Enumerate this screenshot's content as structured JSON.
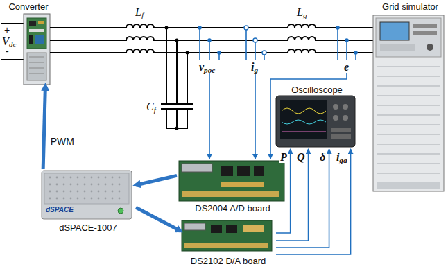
{
  "diagram": {
    "nodes": [
      {
        "text": [
          "Converter"
        ]
      },
      {
        "text": [
          "Grid simulator"
        ]
      },
      {
        "text": [
          "Oscilloscope"
        ]
      },
      {
        "text": [
          "dSPACE",
          "dSPACE-1007"
        ]
      },
      {
        "text": [
          "DS2004 A/D board"
        ]
      },
      {
        "text": [
          "DS2102 D/A board"
        ]
      }
    ],
    "edges": [
      {
        "from": 3,
        "to": 0,
        "arrow": "to",
        "label": "PWM"
      },
      {
        "from": 4,
        "to": 3,
        "arrow": "to"
      },
      {
        "from": 3,
        "to": 5,
        "arrow": "to"
      },
      {
        "from": 5,
        "to": 2,
        "arrow": "to",
        "label": "P"
      },
      {
        "from": 5,
        "to": 2,
        "arrow": "to",
        "label": "Q"
      },
      {
        "from": 5,
        "to": 2,
        "arrow": "to",
        "label": "δ"
      },
      {
        "from": 5,
        "to": 2,
        "arrow": "to",
        "label": "iga"
      }
    ],
    "labels": [
      "+",
      "Vdc",
      "-",
      "Lf",
      "Cf",
      "vpoc",
      "ig",
      "e",
      "Lg"
    ]
  }
}
